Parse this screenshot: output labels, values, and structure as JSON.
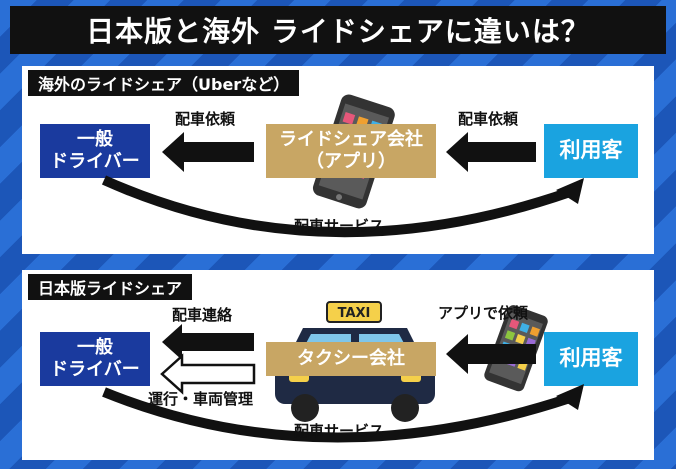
{
  "title": "日本版と海外 ライドシェアに違いは？",
  "overseas": {
    "heading": "海外のライドシェア（Uberなど）",
    "driver_line1": "一般",
    "driver_line2": "ドライバー",
    "company_line1": "ライドシェア会社",
    "company_line2": "（アプリ）",
    "customer": "利用客",
    "label_left": "配車依頼",
    "label_right": "配車依頼",
    "label_bottom": "配車サービス"
  },
  "japan": {
    "heading": "日本版ライドシェア",
    "driver_line1": "一般",
    "driver_line2": "ドライバー",
    "company": "タクシー会社",
    "customer": "利用客",
    "label_contact": "配車連絡",
    "label_manage": "運行・車両管理",
    "label_app": "アプリで依頼",
    "label_bottom": "配車サービス",
    "taxi_sign": "TAXI"
  },
  "colors": {
    "navy": "#1a3a9e",
    "cyan": "#1aa3e0",
    "tan": "#c8a664",
    "background": "#1f5fc4"
  }
}
